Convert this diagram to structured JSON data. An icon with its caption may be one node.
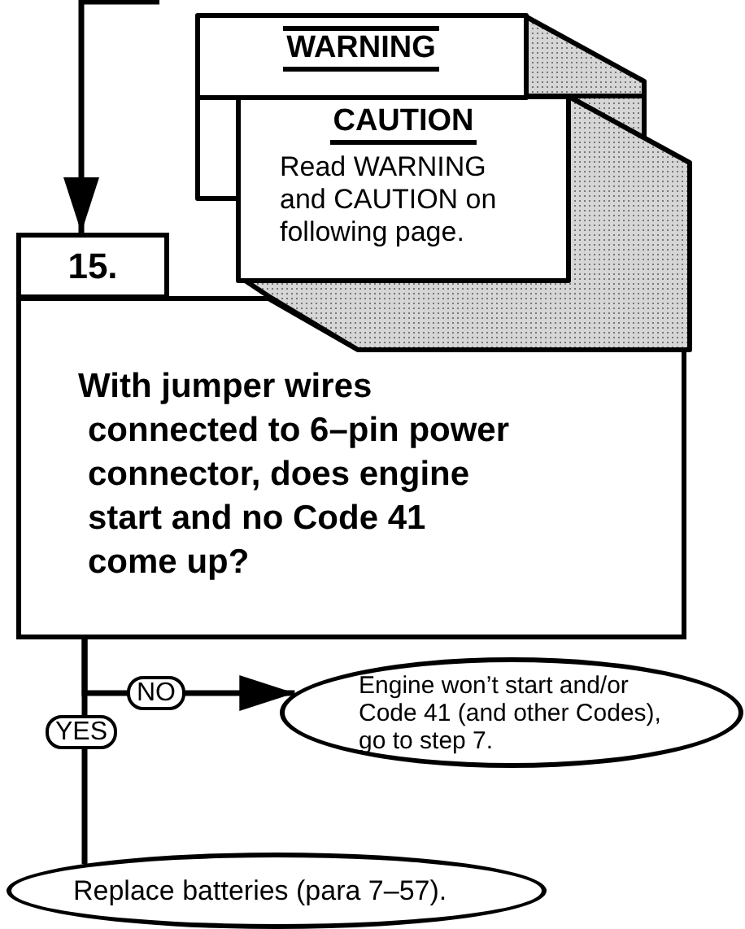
{
  "diagram": {
    "nodes": [
      {
        "text": [
          "15."
        ]
      },
      {
        "text": [
          "With jumper wires connected to 6–pin power connector, does engine start and no Code 41 come up?"
        ]
      },
      {
        "text": [
          "WARNING"
        ]
      },
      {
        "text": [
          "CAUTION",
          "Read WARNING and CAUTION on following page."
        ]
      },
      {
        "text": [
          "Engine won’t start and/or Code 41 (and other Codes), go to step 7."
        ]
      },
      {
        "text": [
          "Replace batteries (para 7–57)."
        ]
      }
    ],
    "edges": [
      {
        "from": null,
        "to": 0,
        "arrow": "to"
      },
      {
        "from": 1,
        "to": 4,
        "arrow": "to",
        "label": "NO"
      },
      {
        "from": 1,
        "to": 5,
        "arrow": "none",
        "label": "YES"
      }
    ]
  }
}
